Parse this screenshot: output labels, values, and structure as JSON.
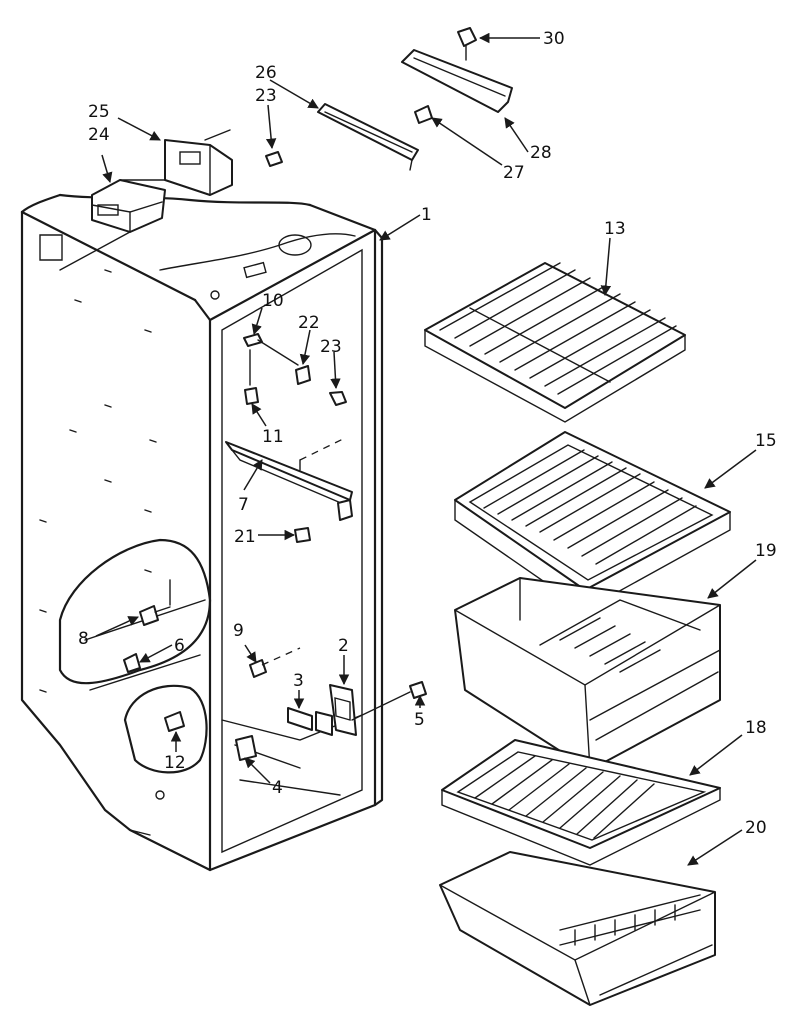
{
  "callouts": {
    "c1": "1",
    "c2": "2",
    "c3": "3",
    "c4": "4",
    "c5": "5",
    "c6": "6",
    "c7": "7",
    "c8": "8",
    "c9": "9",
    "c10": "10",
    "c11": "11",
    "c12": "12",
    "c13": "13",
    "c15": "15",
    "c18": "18",
    "c19": "19",
    "c20": "20",
    "c21": "21",
    "c22": "22",
    "c23a": "23",
    "c23b": "23",
    "c24": "24",
    "c25": "25",
    "c26": "26",
    "c27": "27",
    "c28": "28",
    "c30": "30"
  },
  "colors": {
    "line": "#1a1a1a",
    "background": "#ffffff"
  }
}
